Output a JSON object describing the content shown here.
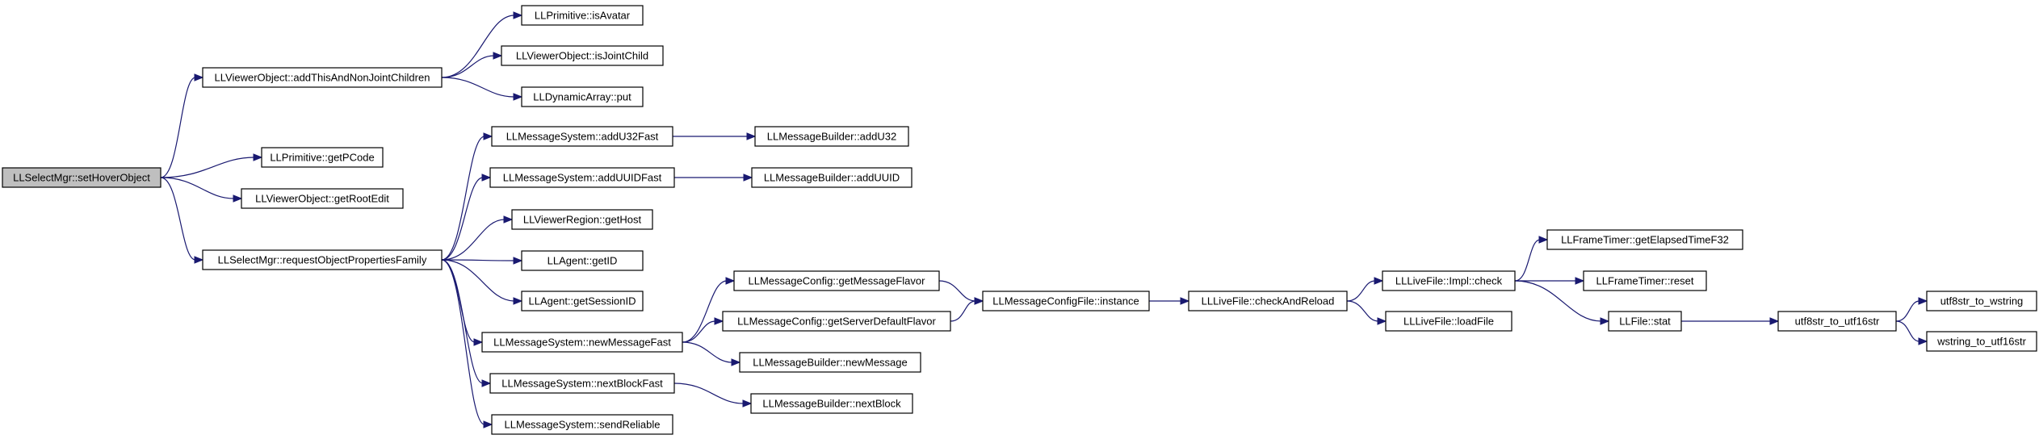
{
  "diagram": {
    "colors": {
      "edge": "#191970",
      "root_fill": "#bfbfbf",
      "node_fill": "#ffffff",
      "border": "#000000"
    },
    "nodes": [
      {
        "id": "root",
        "label": "LLSelectMgr::setHoverObject",
        "root": true
      },
      {
        "id": "addThis",
        "label": "LLViewerObject::addThisAndNonJointChildren"
      },
      {
        "id": "isAvatar",
        "label": "LLPrimitive::isAvatar"
      },
      {
        "id": "isJointChild",
        "label": "LLViewerObject::isJointChild"
      },
      {
        "id": "put",
        "label": "LLDynamicArray::put"
      },
      {
        "id": "getPCode",
        "label": "LLPrimitive::getPCode"
      },
      {
        "id": "getRootEdit",
        "label": "LLViewerObject::getRootEdit"
      },
      {
        "id": "reqFamily",
        "label": "LLSelectMgr::requestObjectPropertiesFamily"
      },
      {
        "id": "addU32Fast",
        "label": "LLMessageSystem::addU32Fast"
      },
      {
        "id": "mbAddU32",
        "label": "LLMessageBuilder::addU32"
      },
      {
        "id": "addUUIDFast",
        "label": "LLMessageSystem::addUUIDFast"
      },
      {
        "id": "mbAddUUID",
        "label": "LLMessageBuilder::addUUID"
      },
      {
        "id": "getHost",
        "label": "LLViewerRegion::getHost"
      },
      {
        "id": "getID",
        "label": "LLAgent::getID"
      },
      {
        "id": "getSessionID",
        "label": "LLAgent::getSessionID"
      },
      {
        "id": "newMessageFast",
        "label": "LLMessageSystem::newMessageFast"
      },
      {
        "id": "getMessageFlavor",
        "label": "LLMessageConfig::getMessageFlavor"
      },
      {
        "id": "getServerDefaultFlavor",
        "label": "LLMessageConfig::getServerDefaultFlavor"
      },
      {
        "id": "mbNewMessage",
        "label": "LLMessageBuilder::newMessage"
      },
      {
        "id": "nextBlockFast",
        "label": "LLMessageSystem::nextBlockFast"
      },
      {
        "id": "mbNextBlock",
        "label": "LLMessageBuilder::nextBlock"
      },
      {
        "id": "sendReliable",
        "label": "LLMessageSystem::sendReliable"
      },
      {
        "id": "instance",
        "label": "LLMessageConfigFile::instance"
      },
      {
        "id": "checkAndReload",
        "label": "LLLiveFile::checkAndReload"
      },
      {
        "id": "implCheck",
        "label": "LLLiveFile::Impl::check"
      },
      {
        "id": "loadFile",
        "label": "LLLiveFile::loadFile"
      },
      {
        "id": "getElapsed",
        "label": "LLFrameTimer::getElapsedTimeF32"
      },
      {
        "id": "timerReset",
        "label": "LLFrameTimer::reset"
      },
      {
        "id": "fileStat",
        "label": "LLFile::stat"
      },
      {
        "id": "utf8to16",
        "label": "utf8str_to_utf16str"
      },
      {
        "id": "utf8toW",
        "label": "utf8str_to_wstring"
      },
      {
        "id": "wtoUtf16",
        "label": "wstring_to_utf16str"
      }
    ],
    "edges": [
      [
        "root",
        "addThis"
      ],
      [
        "root",
        "getPCode"
      ],
      [
        "root",
        "getRootEdit"
      ],
      [
        "root",
        "reqFamily"
      ],
      [
        "addThis",
        "isAvatar"
      ],
      [
        "addThis",
        "isJointChild"
      ],
      [
        "addThis",
        "put"
      ],
      [
        "reqFamily",
        "addU32Fast"
      ],
      [
        "reqFamily",
        "addUUIDFast"
      ],
      [
        "reqFamily",
        "getHost"
      ],
      [
        "reqFamily",
        "getID"
      ],
      [
        "reqFamily",
        "getSessionID"
      ],
      [
        "reqFamily",
        "newMessageFast"
      ],
      [
        "reqFamily",
        "nextBlockFast"
      ],
      [
        "reqFamily",
        "sendReliable"
      ],
      [
        "addU32Fast",
        "mbAddU32"
      ],
      [
        "addUUIDFast",
        "mbAddUUID"
      ],
      [
        "newMessageFast",
        "getMessageFlavor"
      ],
      [
        "newMessageFast",
        "getServerDefaultFlavor"
      ],
      [
        "newMessageFast",
        "mbNewMessage"
      ],
      [
        "nextBlockFast",
        "mbNextBlock"
      ],
      [
        "getMessageFlavor",
        "instance"
      ],
      [
        "getServerDefaultFlavor",
        "instance"
      ],
      [
        "instance",
        "checkAndReload"
      ],
      [
        "checkAndReload",
        "implCheck"
      ],
      [
        "checkAndReload",
        "loadFile"
      ],
      [
        "implCheck",
        "getElapsed"
      ],
      [
        "implCheck",
        "timerReset"
      ],
      [
        "implCheck",
        "fileStat"
      ],
      [
        "fileStat",
        "utf8to16"
      ],
      [
        "utf8to16",
        "utf8toW"
      ],
      [
        "utf8to16",
        "wtoUtf16"
      ]
    ]
  }
}
